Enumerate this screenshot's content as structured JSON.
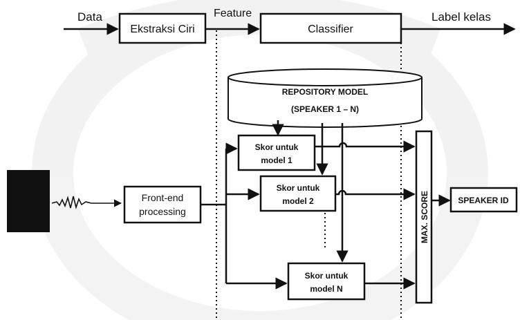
{
  "top_flow": {
    "input_label": "Data",
    "feature_extraction": "Ekstraksi Ciri",
    "feature_label": "Feature",
    "classifier": "Classifier",
    "output_label": "Label kelas"
  },
  "repository": {
    "line1": "REPOSITORY MODEL",
    "line2": "(SPEAKER 1 – N)"
  },
  "front_end": {
    "line1": "Front-end",
    "line2": "processing"
  },
  "score_boxes": [
    {
      "line1": "Skor untuk",
      "line2": "model 1"
    },
    {
      "line1": "Skor untuk",
      "line2": "model 2"
    },
    {
      "line1": "Skor untuk",
      "line2": "model N"
    }
  ],
  "max_score": "MAX. SCORE",
  "speaker_id": "SPEAKER ID",
  "colors": {
    "line": "#111111",
    "watermark": "#9e9e9e",
    "speaker_block": "#101010"
  }
}
